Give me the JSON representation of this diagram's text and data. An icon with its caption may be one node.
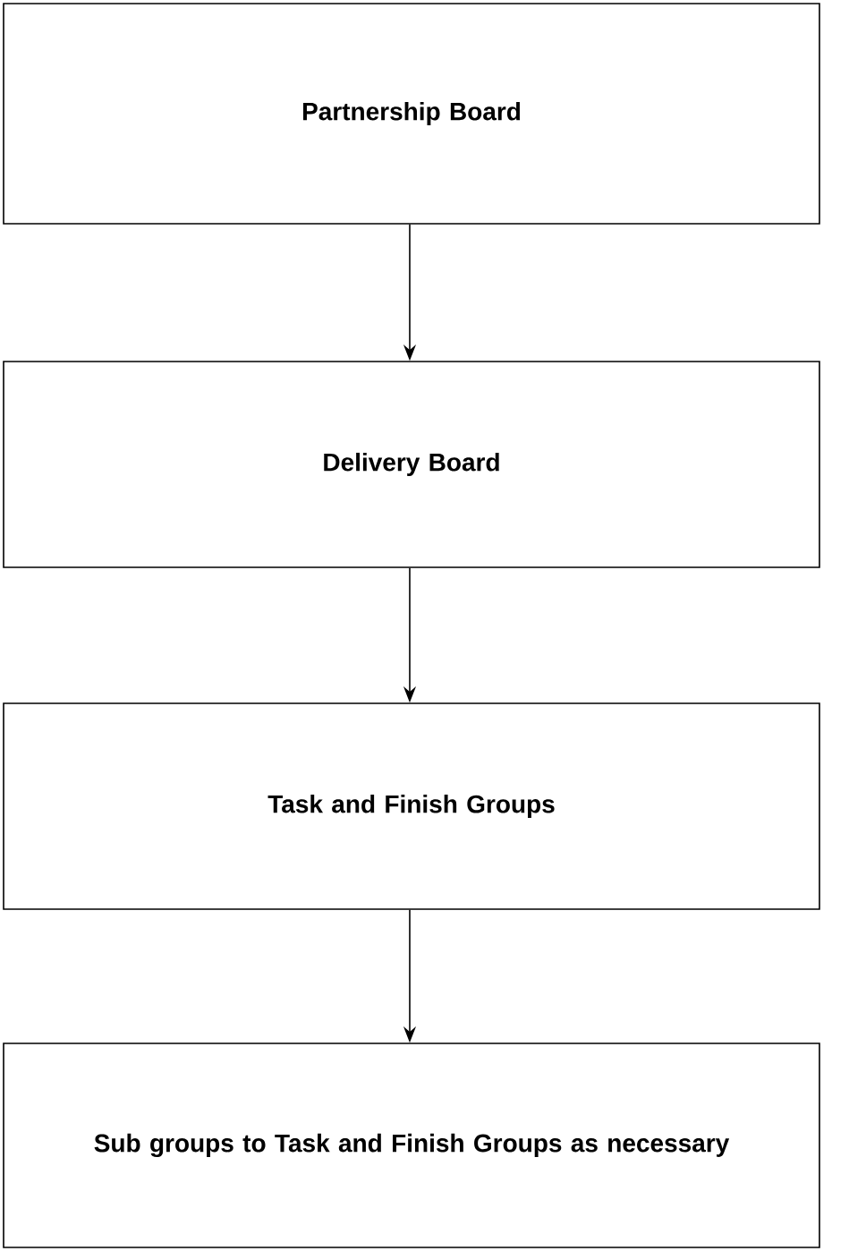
{
  "diagram": {
    "nodes": [
      {
        "text": [
          "Partnership Board"
        ]
      },
      {
        "text": [
          "Delivery Board"
        ]
      },
      {
        "text": [
          "Task and Finish Groups"
        ]
      },
      {
        "text": [
          "Sub groups to Task and Finish Groups as necessary"
        ]
      }
    ],
    "edges": [
      {
        "from": 0,
        "to": 1,
        "arrow": "to"
      },
      {
        "from": 1,
        "to": 2,
        "arrow": "to"
      },
      {
        "from": 2,
        "to": 3,
        "arrow": "to"
      }
    ]
  }
}
